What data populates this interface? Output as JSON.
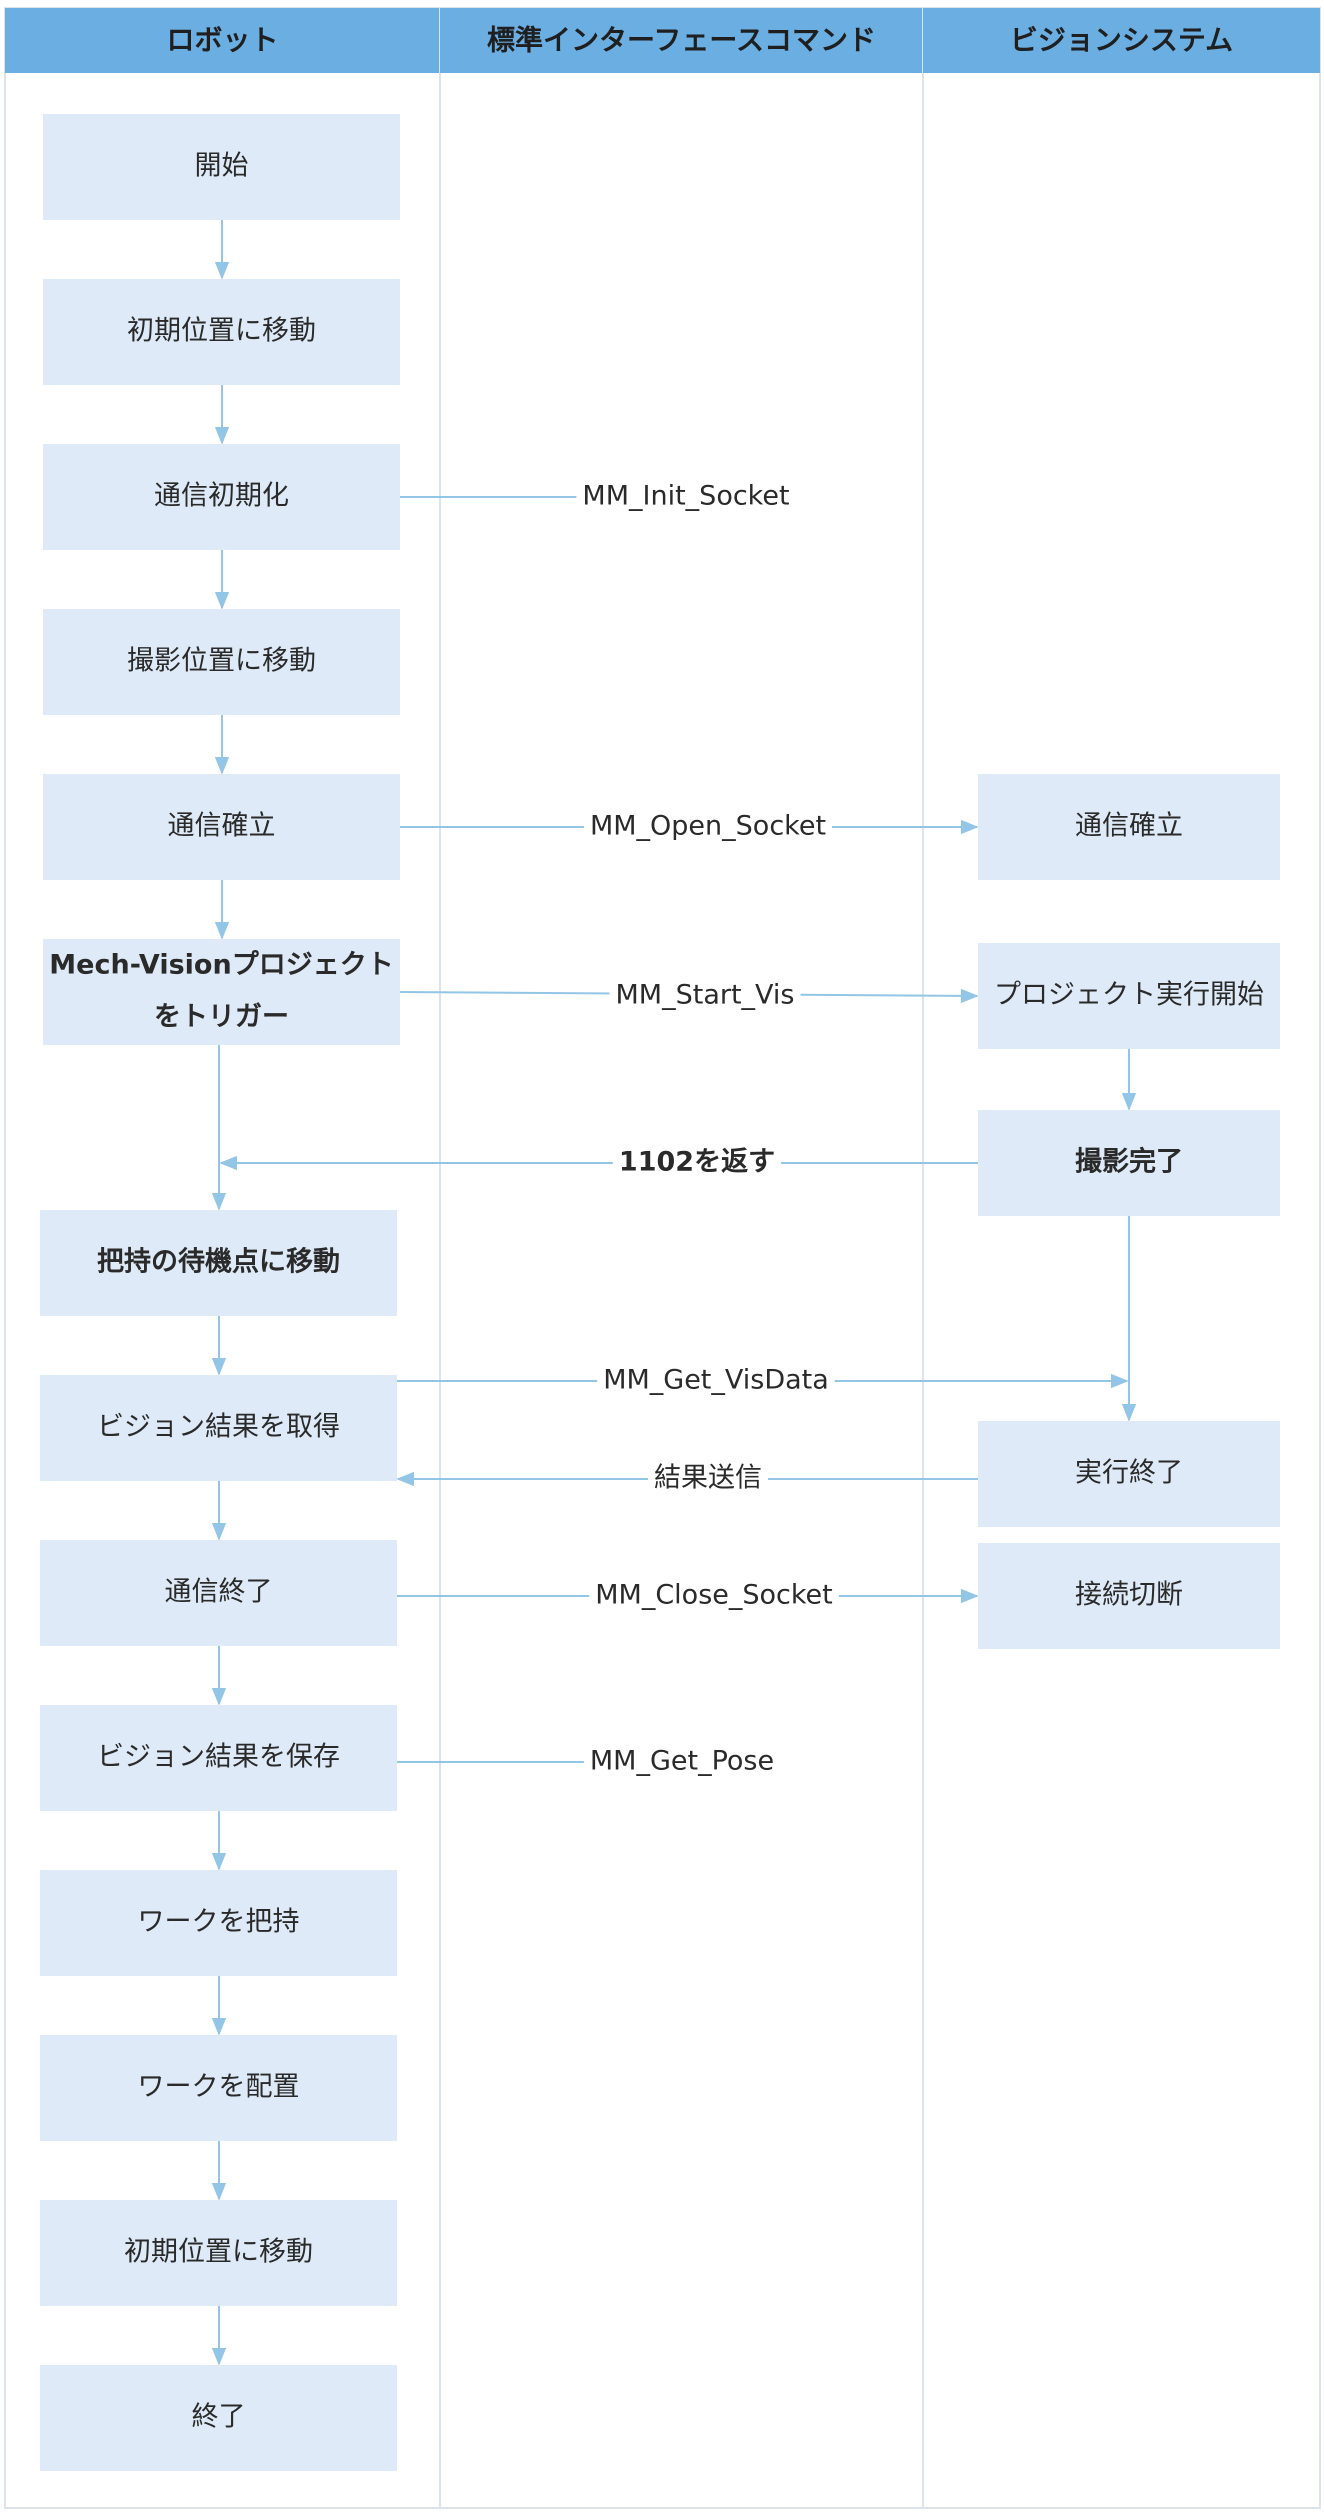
{
  "lanes": [
    {
      "id": "robot",
      "title": "ロボット"
    },
    {
      "id": "interface",
      "title": "標準インターフェースコマンド"
    },
    {
      "id": "vision",
      "title": "ビジョンシステム"
    }
  ],
  "nodes": [
    {
      "id": "start",
      "lane": "robot",
      "text": "開始"
    },
    {
      "id": "move_init_1",
      "lane": "robot",
      "text": "初期位置に移動"
    },
    {
      "id": "comm_init",
      "lane": "robot",
      "text": "通信初期化"
    },
    {
      "id": "move_capture",
      "lane": "robot",
      "text": "撮影位置に移動"
    },
    {
      "id": "comm_open_robot",
      "lane": "robot",
      "text": "通信確立"
    },
    {
      "id": "trigger_project",
      "lane": "robot",
      "text": "Mech-Visionプロジェクト\nをトリガー",
      "bold": true
    },
    {
      "id": "move_wait",
      "lane": "robot",
      "text": "把持の待機点に移動",
      "bold": true
    },
    {
      "id": "get_result",
      "lane": "robot",
      "text": "ビジョン結果を取得"
    },
    {
      "id": "comm_close",
      "lane": "robot",
      "text": "通信終了"
    },
    {
      "id": "save_result",
      "lane": "robot",
      "text": "ビジョン結果を保存"
    },
    {
      "id": "pick",
      "lane": "robot",
      "text": "ワークを把持"
    },
    {
      "id": "place",
      "lane": "robot",
      "text": "ワークを配置"
    },
    {
      "id": "move_init_2",
      "lane": "robot",
      "text": "初期位置に移動"
    },
    {
      "id": "end",
      "lane": "robot",
      "text": "終了"
    },
    {
      "id": "comm_open_vision",
      "lane": "vision",
      "text": "通信確立"
    },
    {
      "id": "project_start",
      "lane": "vision",
      "text": "プロジェクト実行開始"
    },
    {
      "id": "capture_done",
      "lane": "vision",
      "text": "撮影完了",
      "bold": true
    },
    {
      "id": "exec_end",
      "lane": "vision",
      "text": "実行終了"
    },
    {
      "id": "disconnect",
      "lane": "vision",
      "text": "接続切断"
    }
  ],
  "edges": [
    {
      "from": "start",
      "to": "move_init_1",
      "label": ""
    },
    {
      "from": "move_init_1",
      "to": "comm_init",
      "label": ""
    },
    {
      "from": "comm_init",
      "to": "move_capture",
      "label": ""
    },
    {
      "from": "move_capture",
      "to": "comm_open_robot",
      "label": ""
    },
    {
      "from": "comm_open_robot",
      "to": "trigger_project",
      "label": ""
    },
    {
      "from": "trigger_project",
      "to": "move_wait",
      "label": ""
    },
    {
      "from": "move_wait",
      "to": "get_result",
      "label": ""
    },
    {
      "from": "get_result",
      "to": "comm_close",
      "label": ""
    },
    {
      "from": "comm_close",
      "to": "save_result",
      "label": ""
    },
    {
      "from": "save_result",
      "to": "pick",
      "label": ""
    },
    {
      "from": "pick",
      "to": "place",
      "label": ""
    },
    {
      "from": "place",
      "to": "move_init_2",
      "label": ""
    },
    {
      "from": "move_init_2",
      "to": "end",
      "label": ""
    },
    {
      "from": "comm_init",
      "to": null,
      "label": "MM_Init_Socket"
    },
    {
      "from": "comm_open_robot",
      "to": "comm_open_vision",
      "label": "MM_Open_Socket"
    },
    {
      "from": "trigger_project",
      "to": "project_start",
      "label": "MM_Start_Vis"
    },
    {
      "from": "project_start",
      "to": "capture_done",
      "label": ""
    },
    {
      "from": "capture_done",
      "to": "move_wait",
      "label": "1102を返す",
      "bold": true
    },
    {
      "from": "get_result",
      "to": "exec_end",
      "label": "MM_Get_VisData"
    },
    {
      "from": "capture_done",
      "to": "exec_end",
      "label": ""
    },
    {
      "from": "exec_end",
      "to": "get_result",
      "label": "結果送信"
    },
    {
      "from": "comm_close",
      "to": "disconnect",
      "label": "MM_Close_Socket"
    },
    {
      "from": "save_result",
      "to": null,
      "label": "MM_Get_Pose"
    }
  ],
  "colors": {
    "lane_header": "#6aaee2",
    "node_fill": "#deeaf7",
    "edge": "#93c5e6",
    "lane_border": "#dde3ea"
  }
}
